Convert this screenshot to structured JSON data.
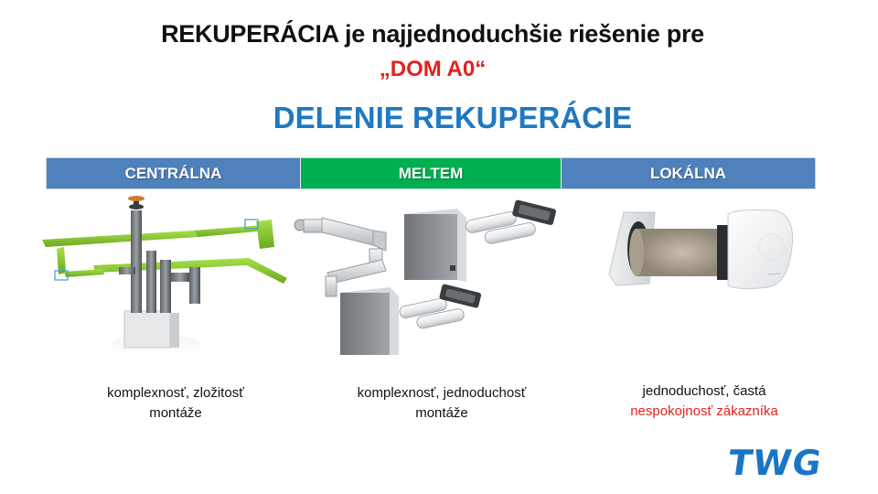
{
  "slide": {
    "title_line1": "REKUPERÁCIA je najjednoduchšie riešenie pre",
    "title_line2": "„DOM A0“",
    "heading": "DELENIE REKUPERÁCIE"
  },
  "categories": [
    {
      "label": "CENTRÁLNA",
      "color": "#4f81bd"
    },
    {
      "label": "MELTEM",
      "color": "#00b050"
    },
    {
      "label": "LOKÁLNA",
      "color": "#4f81bd"
    }
  ],
  "captions": {
    "central": {
      "line1": "komplexnosť, zložitosť",
      "line2": "montáže"
    },
    "meltem": {
      "line1": "komplexnosť, jednoduchosť",
      "line2": "montáže"
    },
    "local": {
      "line1": "jednoduchosť, častá",
      "line2": "nespokojnosť zákazníka",
      "line2_color": "#e3211c"
    }
  },
  "colors": {
    "heading": "#1f78c1",
    "accent_red": "#e3211c",
    "logo": "#1a76c4"
  },
  "logo": {
    "text": "TWG"
  }
}
